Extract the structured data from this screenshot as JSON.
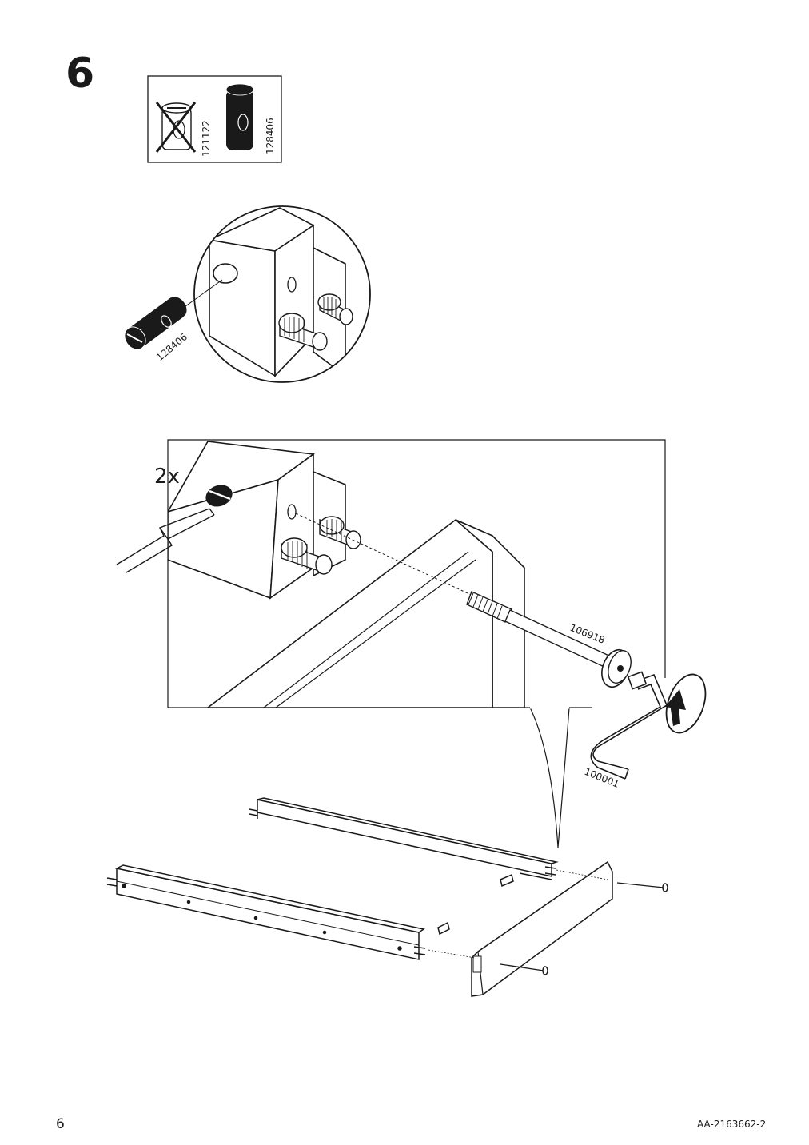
{
  "step": {
    "number": "6"
  },
  "parts_notice": {
    "wrong_part": "121122",
    "correct_part": "128406"
  },
  "detail_callout": {
    "part_label": "128406"
  },
  "main_detail": {
    "quantity": "2x",
    "bolt_label": "106918",
    "key_label": "100001"
  },
  "footer": {
    "page_number": "6",
    "document_code": "AA-2163662-2"
  }
}
